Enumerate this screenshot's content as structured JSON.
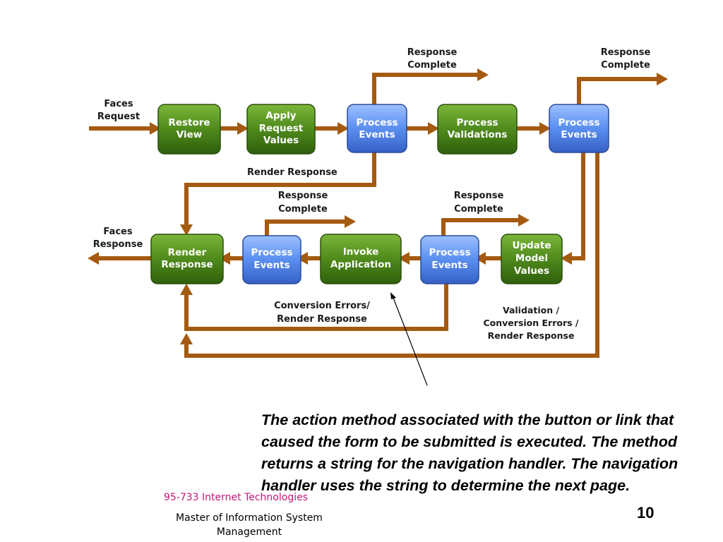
{
  "colors": {
    "arrow": "#a45a10",
    "green_node": "#4f8a1c",
    "blue_node": "#5a8ff0",
    "footer_course": "#c0187a"
  },
  "diagram": {
    "nodes": {
      "restore_view": [
        "Restore",
        "View"
      ],
      "apply_request_values": [
        "Apply",
        "Request",
        "Values"
      ],
      "process_events_1": [
        "Process",
        "Events"
      ],
      "process_validations": [
        "Process",
        "Validations"
      ],
      "process_events_2": [
        "Process",
        "Events"
      ],
      "update_model_values": [
        "Update",
        "Model",
        "Values"
      ],
      "process_events_3": [
        "Process",
        "Events"
      ],
      "invoke_application": [
        "Invoke",
        "Application"
      ],
      "process_events_4": [
        "Process",
        "Events"
      ],
      "render_response": [
        "Render",
        "Response"
      ]
    },
    "labels": {
      "faces_request": [
        "Faces",
        "Request"
      ],
      "faces_response": [
        "Faces",
        "Response"
      ],
      "response_complete_1": [
        "Response",
        "Complete"
      ],
      "response_complete_2": [
        "Response",
        "Complete"
      ],
      "response_complete_3": [
        "Response",
        "Complete"
      ],
      "response_complete_4": [
        "Response",
        "Complete"
      ],
      "render_response_path": [
        "Render Response"
      ],
      "conversion_errors": [
        "Conversion Errors/",
        "Render Response"
      ],
      "validation_errors": [
        "Validation /",
        "Conversion Errors /",
        "Render Response"
      ]
    }
  },
  "caption": "The action method associated with the button or link that caused the form to be submitted is executed. The method returns a string for the navigation handler. The navigation handler uses the string to determine the next page.",
  "footer": {
    "course": "95-733 Internet Technologies",
    "department": "Master of Information System Management",
    "page_number": "10"
  }
}
